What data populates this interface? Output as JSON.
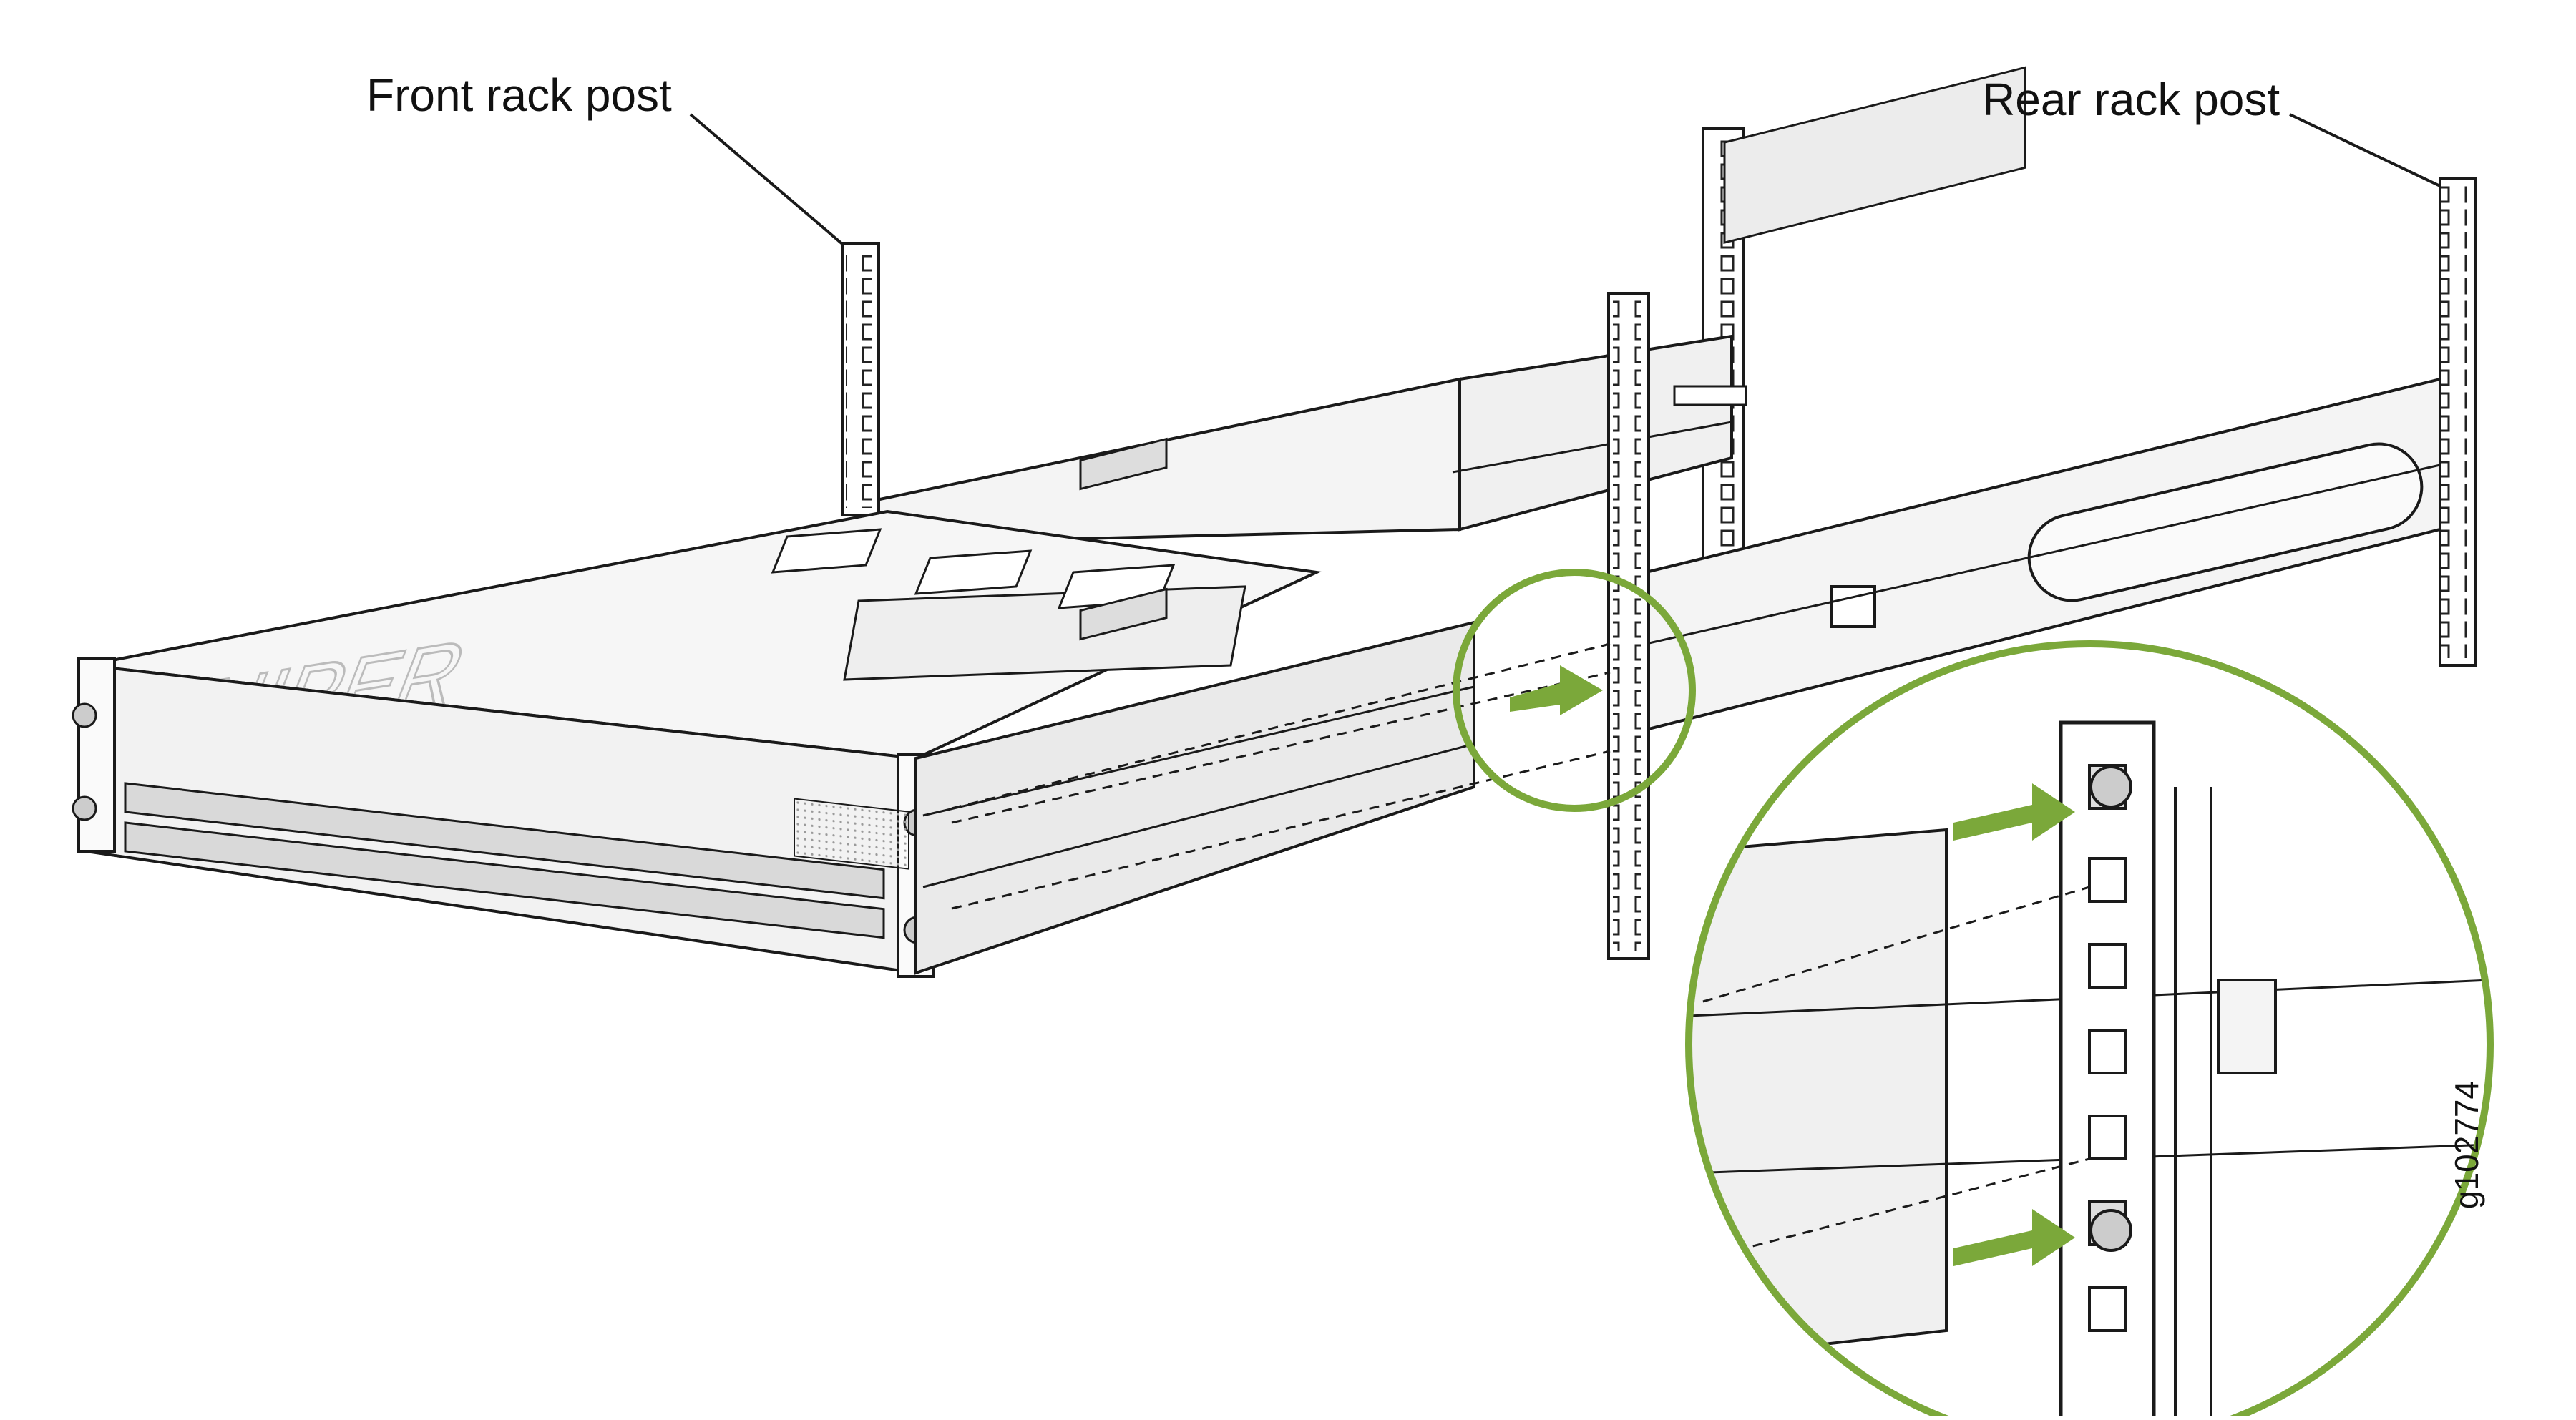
{
  "labels": {
    "front_rack_post": "Front rack post",
    "rear_rack_post": "Rear rack post",
    "figure_id": "g102774"
  },
  "colors": {
    "line": "#1a1a1a",
    "accent_green": "#7ba83a",
    "metal_fill": "#f4f4f4",
    "panel_fill": "#eeeeee",
    "port_fill": "#d9d9d9"
  }
}
